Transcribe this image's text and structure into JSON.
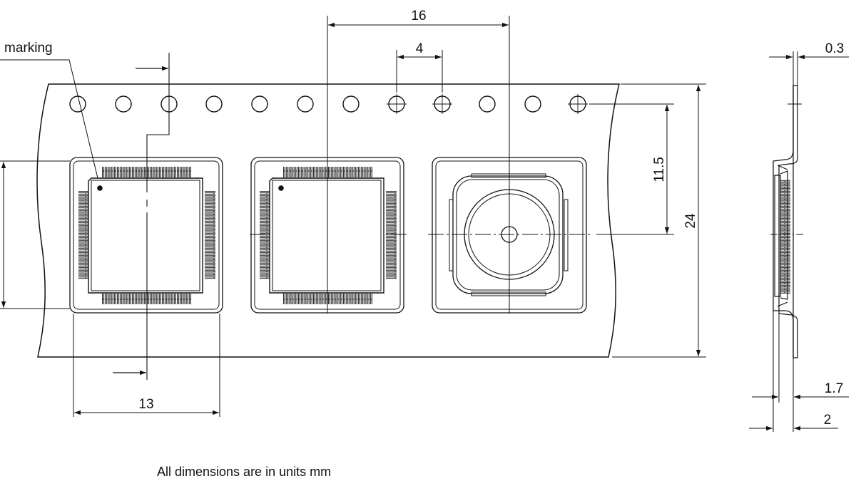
{
  "labels": {
    "marking": "marking",
    "pitch_hole": "4",
    "pitch_pocket": "16",
    "pocket_width": "13",
    "hole_to_center": "11.5",
    "tape_width": "24",
    "cover_thickness": "0.3",
    "carrier_thickness": "1.7",
    "pocket_depth": "2"
  },
  "note": "All dimensions are in units mm",
  "colors": {
    "line": "#111111",
    "background": "#ffffff"
  },
  "icons": {
    "feed_direction": "arrow-right-icon"
  }
}
